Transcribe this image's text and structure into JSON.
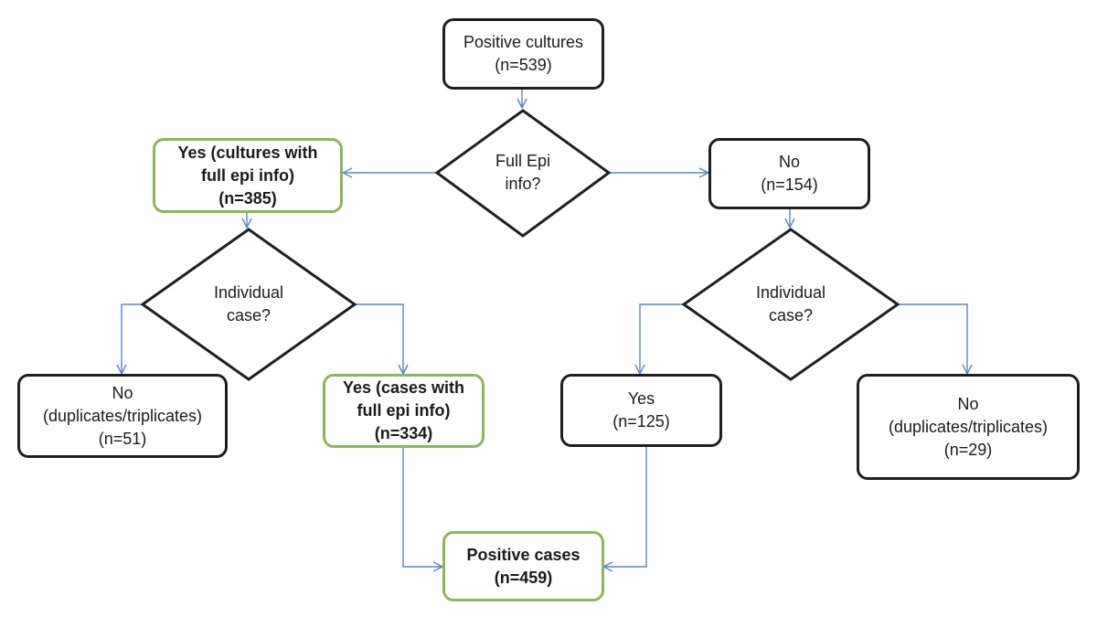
{
  "nodes": {
    "positive_cultures": {
      "line1": "Positive cultures",
      "line2": "(n=539)"
    },
    "full_epi_decision": {
      "line1": "Full Epi",
      "line2": "info?"
    },
    "yes_full_epi": {
      "line1": "Yes (cultures with",
      "line2": "full epi info)",
      "line3": "(n=385)"
    },
    "no_epi": {
      "line1": "No",
      "line2": "(n=154)"
    },
    "individual_case_left": {
      "line1": "Individual",
      "line2": "case?"
    },
    "individual_case_right": {
      "line1": "Individual",
      "line2": "case?"
    },
    "no_duplicates_left": {
      "line1": "No",
      "line2": "(duplicates/triplicates)",
      "line3": "(n=51)"
    },
    "yes_cases_full_epi": {
      "line1": "Yes (cases with",
      "line2": "full epi info)",
      "line3": "(n=334)"
    },
    "yes_right": {
      "line1": "Yes",
      "line2": "(n=125)"
    },
    "no_duplicates_right": {
      "line1": "No",
      "line2": "(duplicates/triplicates)",
      "line3": "(n=29)"
    },
    "positive_cases": {
      "line1": "Positive cases",
      "line2": "(n=459)"
    }
  },
  "colors": {
    "outcome_border": "#8db65b",
    "box_border": "#1f1f1f",
    "connector": "#5b86c4"
  }
}
